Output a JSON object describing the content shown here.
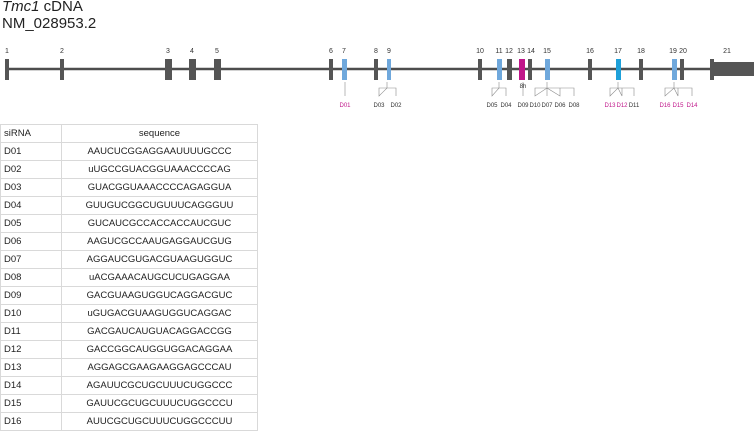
{
  "header": {
    "gene": "Tmc1",
    "suffix": " cDNA",
    "accession": "NM_028953.2"
  },
  "diagram": {
    "exon_labels": [
      "1",
      "2",
      "3",
      "4",
      "5",
      "6",
      "7",
      "8",
      "9",
      "10",
      "11",
      "12",
      "13",
      "14",
      "15",
      "16",
      "17",
      "18",
      "19",
      "20",
      "21"
    ],
    "exon8h_label": "8h",
    "colors": {
      "line": "#4d4d4d",
      "exon": "#555555",
      "blue": "#6fa8dc",
      "cyan": "#1ea0d9",
      "magenta": "#c0168a",
      "label_pink": "#c0168a",
      "label_dark": "#333333"
    },
    "sirna_labels": [
      {
        "text": "D01",
        "color": "pink"
      },
      {
        "text": "D03",
        "color": "dark"
      },
      {
        "text": "D02",
        "color": "dark"
      },
      {
        "text": "D05",
        "color": "dark"
      },
      {
        "text": "D04",
        "color": "dark"
      },
      {
        "text": "D09",
        "color": "dark"
      },
      {
        "text": "D10",
        "color": "dark"
      },
      {
        "text": "D07",
        "color": "dark"
      },
      {
        "text": "D06",
        "color": "dark"
      },
      {
        "text": "D08",
        "color": "dark"
      },
      {
        "text": "D13",
        "color": "pink"
      },
      {
        "text": "D12",
        "color": "pink"
      },
      {
        "text": "D11",
        "color": "dark"
      },
      {
        "text": "D16",
        "color": "pink"
      },
      {
        "text": "D15",
        "color": "pink"
      },
      {
        "text": "D14",
        "color": "pink"
      }
    ]
  },
  "table": {
    "headers": [
      "siRNA",
      "sequence"
    ],
    "rows": [
      [
        "D01",
        "AAUCUCGGAGGAAUUUUGCCC"
      ],
      [
        "D02",
        "uUGCCGUACGGUAAACCCCAG"
      ],
      [
        "D03",
        "GUACGGUAAACCCCAGAGGUA"
      ],
      [
        "D04",
        "GUUGUCGGCUGUUUCAGGGUU"
      ],
      [
        "D05",
        "GUCAUCGCCACCACCAUCGUC"
      ],
      [
        "D06",
        "AAGUCGCCAAUGAGGAUCGUG"
      ],
      [
        "D07",
        "AGGAUCGUGACGUAAGUGGUC"
      ],
      [
        "D08",
        "uACGAAACAUGCUCUGAGGAA"
      ],
      [
        "D09",
        "GACGUAAGUGGUCAGGACGUC"
      ],
      [
        "D10",
        "uGUGACGUAAGUGGUCAGGAC"
      ],
      [
        "D11",
        "GACGAUCAUGUACAGGACCGG"
      ],
      [
        "D12",
        "GACCGGCAUGGUGGACAGGAA"
      ],
      [
        "D13",
        "AGGAGCGAAGAAGGAGCCCAU"
      ],
      [
        "D14",
        "AGAUUCGCUGCUUUCUGGCCC"
      ],
      [
        "D15",
        "GAUUCGCUGCUUUCUGGCCCU"
      ],
      [
        "D16",
        "AUUCGCUGCUUUCUGGCCCUU"
      ]
    ]
  }
}
